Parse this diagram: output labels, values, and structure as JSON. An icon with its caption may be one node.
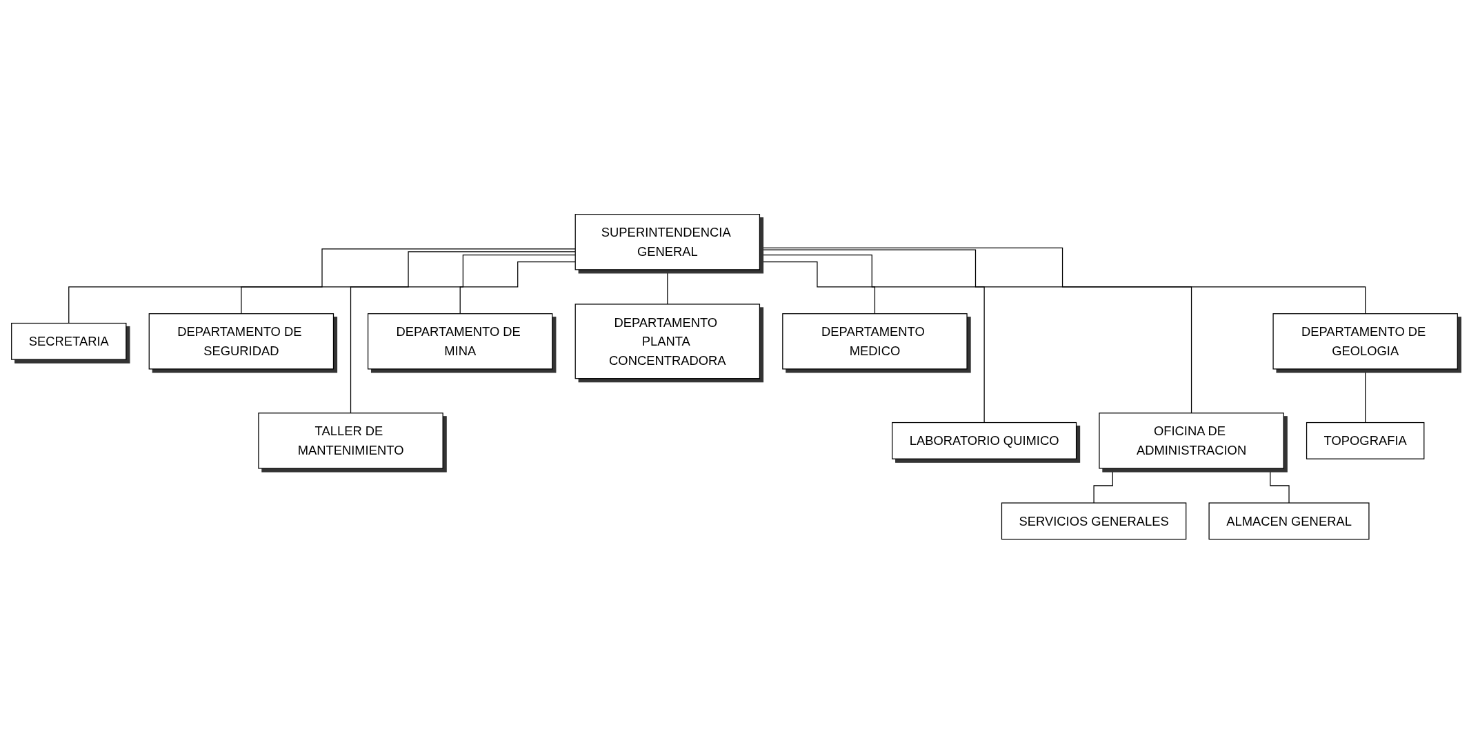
{
  "diagram": {
    "nodes": [
      {
        "text": [
          "SUPERINTENDENCIA GENERAL"
        ]
      },
      {
        "text": [
          "SECRETARIA"
        ]
      },
      {
        "text": [
          "DEPARTAMENTO DE SEGURIDAD"
        ]
      },
      {
        "text": [
          "DEPARTAMENTO DE GEOLOGIA"
        ]
      },
      {
        "text": [
          "DEPARTAMENTO DE MINA"
        ]
      },
      {
        "text": [
          "DEPARTAMENTO PLANTA CONCENTRADORA"
        ]
      },
      {
        "text": [
          "DEPARTAMENTO MEDICO"
        ]
      },
      {
        "text": [
          "TALLER DE MANTENIMIENTO"
        ]
      },
      {
        "text": [
          "LABORATORIO QUIMICO"
        ]
      },
      {
        "text": [
          "OFICINA DE ADMINISTRACION"
        ]
      },
      {
        "text": [
          "SERVICIOS GENERALES"
        ]
      },
      {
        "text": [
          "TOPOGRAFIA"
        ]
      },
      {
        "text": [
          "ALMACEN GENERAL"
        ]
      }
    ],
    "edges": [
      {
        "from": 0,
        "to": 1,
        "arrow": "none"
      },
      {
        "from": 0,
        "to": 2,
        "arrow": "none"
      },
      {
        "from": 0,
        "to": 7,
        "arrow": "none"
      },
      {
        "from": 0,
        "to": 3,
        "arrow": "none"
      },
      {
        "from": 0,
        "to": 8,
        "arrow": "none"
      },
      {
        "from": 0,
        "to": 4,
        "arrow": "none"
      },
      {
        "from": 0,
        "to": 9,
        "arrow": "none"
      },
      {
        "from": 0,
        "to": 5,
        "arrow": "none"
      },
      {
        "from": 0,
        "to": 6,
        "arrow": "none"
      },
      {
        "from": 3,
        "to": 11,
        "arrow": "none"
      },
      {
        "from": 9,
        "to": 10,
        "arrow": "none"
      },
      {
        "from": 9,
        "to": 12,
        "arrow": "none"
      }
    ]
  }
}
